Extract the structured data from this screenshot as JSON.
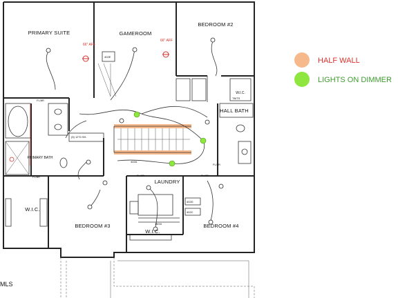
{
  "rooms": {
    "primary_suite": "PRIMARY SUITE",
    "gameroom": "GAMEROOM",
    "bedroom_2": "BEDROOM #2",
    "hall_bath": "HALL BATH",
    "primary_bath": "PRIMARY BATH",
    "wic_left": "W.I.C.",
    "bedroom_3": "BEDROOM #3",
    "laundry": "LAUNDRY",
    "wic_mid": "W.I.C.",
    "bedroom_4": "BEDROOM #4",
    "wic_small": "W.I.C."
  },
  "annotations": {
    "aff_left": "66\" AFF",
    "aff_right": "66\" AFF"
  },
  "labels": {
    "fl8r_1": "FL/8R",
    "fl8r_2": "FL/8R",
    "fl8r_3": "FL/8R",
    "fl8r_4": "FL/8R",
    "fl8r_5": "FL/8R",
    "sh_12d": "(5) 12\"D SH.",
    "code_402e": "402E",
    "code_402a": "402A",
    "code_402d": "402D",
    "code_402c": "402C",
    "tb": "TB/TS",
    "sh_18": "18/16"
  },
  "legend": {
    "half_wall": "HALF WALL",
    "lights_dimmer": "LIGHTS ON DIMMER",
    "half_wall_color": "#f6b98c",
    "lights_color": "#8ee63f"
  },
  "watermark": "MLS",
  "colors": {
    "half_wall_highlight": "#f6b98c",
    "dimmer_light": "#8ee63f",
    "aff_marker": "#d9302c"
  }
}
